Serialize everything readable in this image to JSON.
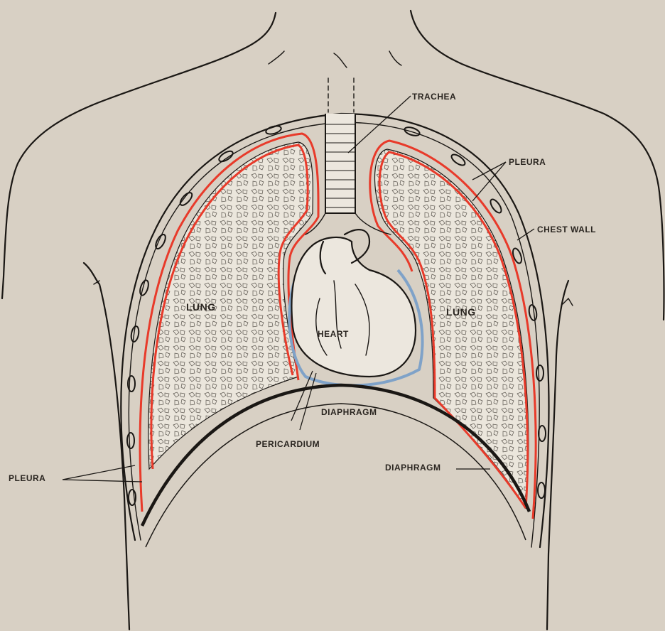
{
  "labels": {
    "trachea": "TRACHEA",
    "pleura_right": "PLEURA",
    "chest_wall": "CHEST WALL",
    "lung_left": "LUNG",
    "lung_right": "LUNG",
    "heart": "HEART",
    "diaphragm_center": "DIAPHRAGM",
    "pericardium": "PERICARDIUM",
    "diaphragm_right": "DIAPHRAGM",
    "pleura_left": "PLEURA"
  },
  "colors": {
    "paper": "#d8d0c4",
    "ink": "#1a1714",
    "pleura_red": "#e83a2a",
    "pericardium_blue": "#7fa2c8",
    "lung_fill": "#ebe6dc"
  }
}
